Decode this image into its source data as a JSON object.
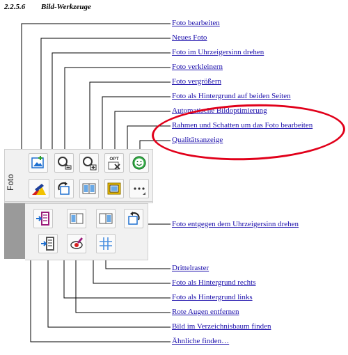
{
  "heading": {
    "number": "2.2.5.6",
    "title": "Bild-Werkzeuge"
  },
  "panel": {
    "label": "Foto"
  },
  "labels": [
    "Foto bearbeiten",
    "Neues Foto",
    "Foto im Uhrzeigersinn drehen",
    "Foto verkleinern",
    "Foto vergrößern",
    "Foto als Hintergrund auf beiden Seiten",
    "Automatische Bildoptimierung",
    "Rahmen und Schatten um das Foto bearbeiten",
    "Qualitätsanzeige",
    "Foto entgegen dem Uhrzeigersinn drehen",
    "Drittelraster",
    "Foto als Hintergrund rechts",
    "Foto als Hintergrund links",
    "Rote Augen entfernen",
    "Bild im Verzeichnisbaum finden",
    "Ähnliche finden…"
  ],
  "icons": {
    "opt_badge": "OPT"
  },
  "colors": {
    "link": "#1a0dab",
    "highlight": "#e1001a",
    "icon_blue": "#1e6fd0"
  }
}
